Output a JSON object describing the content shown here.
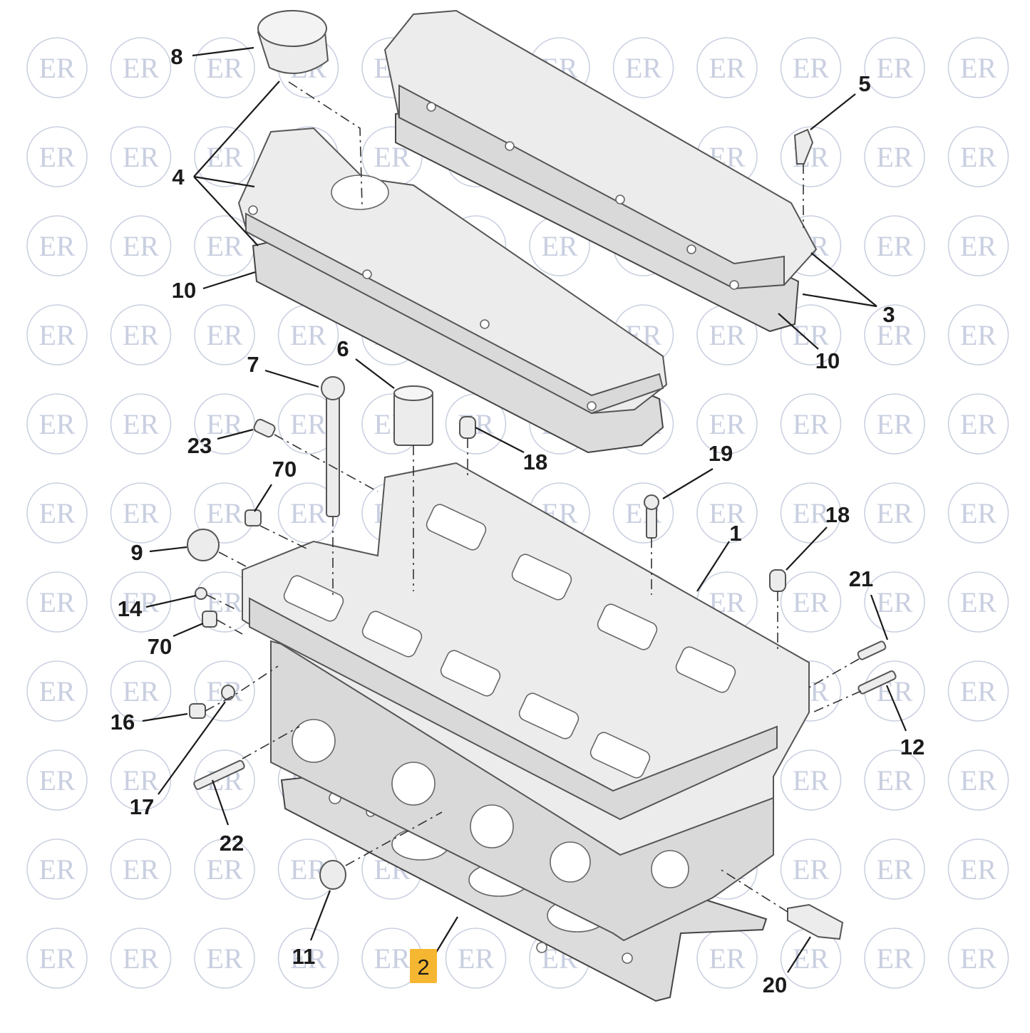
{
  "watermark": {
    "text": "ER",
    "color": "#c9cfe0"
  },
  "highlight_color": "#f5b731",
  "callouts": [
    {
      "id": "8",
      "label": "8"
    },
    {
      "id": "4",
      "label": "4"
    },
    {
      "id": "10a",
      "label": "10"
    },
    {
      "id": "5",
      "label": "5"
    },
    {
      "id": "3",
      "label": "3"
    },
    {
      "id": "10b",
      "label": "10"
    },
    {
      "id": "7",
      "label": "7"
    },
    {
      "id": "6",
      "label": "6"
    },
    {
      "id": "23",
      "label": "23"
    },
    {
      "id": "18a",
      "label": "18"
    },
    {
      "id": "70a",
      "label": "70"
    },
    {
      "id": "19",
      "label": "19"
    },
    {
      "id": "18b",
      "label": "18"
    },
    {
      "id": "1",
      "label": "1"
    },
    {
      "id": "9",
      "label": "9"
    },
    {
      "id": "14",
      "label": "14"
    },
    {
      "id": "21",
      "label": "21"
    },
    {
      "id": "70b",
      "label": "70"
    },
    {
      "id": "16",
      "label": "16"
    },
    {
      "id": "12",
      "label": "12"
    },
    {
      "id": "17",
      "label": "17"
    },
    {
      "id": "22",
      "label": "22"
    },
    {
      "id": "11",
      "label": "11"
    },
    {
      "id": "2",
      "label": "2",
      "highlighted": true
    },
    {
      "id": "20",
      "label": "20"
    }
  ]
}
